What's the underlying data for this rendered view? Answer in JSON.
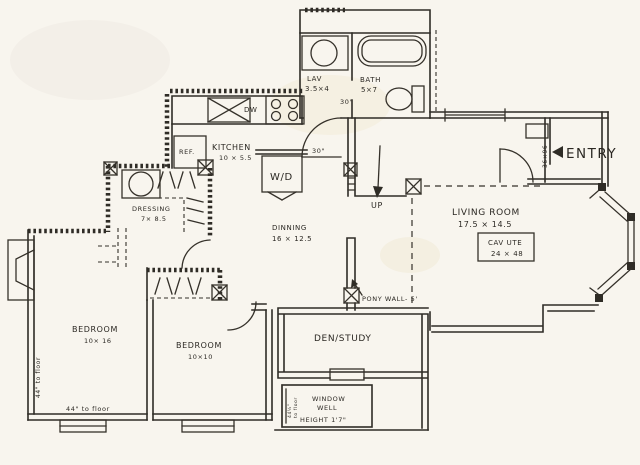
{
  "document": {
    "kind": "scanned hand-drawn apartment floor plan"
  },
  "rooms": {
    "lav": {
      "name": "LAV",
      "dims": "3.5×4"
    },
    "bath": {
      "name": "BATH",
      "dims": "5×7"
    },
    "kitchen": {
      "name": "KITCHEN",
      "dims": "10 × 5.5"
    },
    "dressing": {
      "name": "DRESSING",
      "dims": "7× 8.5"
    },
    "dining": {
      "name": "DINNING",
      "dims": "16 × 12.5"
    },
    "living_room": {
      "name": "LIVING ROOM",
      "dims": "17.5 × 14.5"
    },
    "bedroom_1": {
      "name": "BEDROOM",
      "dims": "10× 16"
    },
    "bedroom_2": {
      "name": "BEDROOM",
      "dims": "10×10"
    },
    "den": {
      "name": "DEN/STUDY"
    },
    "entry": {
      "name": "ENTRY"
    }
  },
  "fixtures": {
    "refrigerator": "REF.",
    "dishwasher": "DW",
    "washer_dryer": "W/D"
  },
  "annotations": {
    "up": "UP",
    "pony_wall": "PONY WALL- 5'",
    "cav_ute": {
      "line1": "CAV UTE",
      "line2": "24 × 48"
    },
    "entry_door_dim": "36×96",
    "bath_door_dim": "30\"",
    "hall_door_dim": "30\"",
    "window_well": {
      "line1": "WINDOW",
      "line2": "WELL",
      "line3": "HEIGHT 1'7\""
    },
    "sill_left": "44\" to floor",
    "sill_bottom": "44\" to floor",
    "sill_well_1": "44½\"",
    "sill_well_2": "to floor"
  },
  "colors": {
    "paper": "#f8f5ee",
    "ink": "#2f2c26"
  }
}
